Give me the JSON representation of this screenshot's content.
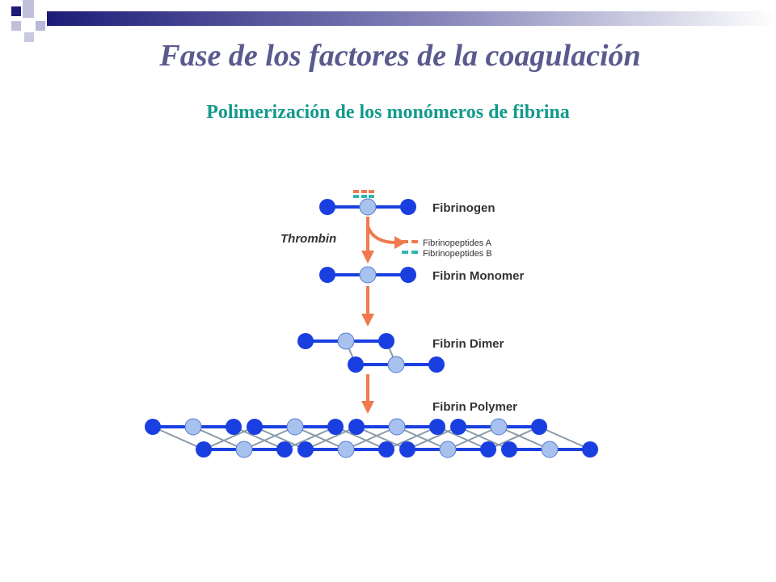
{
  "slide": {
    "title": "Fase de los factores de la coagulación",
    "subtitle": "Polimerización de los monómeros de fibrina"
  },
  "diagram": {
    "labels": {
      "fibrinogen": "Fibrinogen",
      "thrombin": "Thrombin",
      "fibrinopeptides_a": "Fibrinopeptides A",
      "fibrinopeptides_b": "Fibrinopeptides B",
      "fibrin_monomer": "Fibrin Monomer",
      "fibrin_dimer": "Fibrin Dimer",
      "fibrin_polymer": "Fibrin Polymer"
    }
  },
  "colors": {
    "title": "#5a5a8e",
    "subtitle": "#149a8c",
    "node_dark": "#1a3fe0",
    "node_light": "#a8c2ef",
    "node_light_stroke": "#5577d0",
    "rod": "#1a3fe0",
    "link": "#8a9aa8",
    "arrow": "#f07a4e",
    "peptide_a": "#f07a4e",
    "peptide_b": "#2eb5b0",
    "label": "#333333",
    "header_navy": "#1c1c78",
    "header_light": "#b8b8d8"
  }
}
